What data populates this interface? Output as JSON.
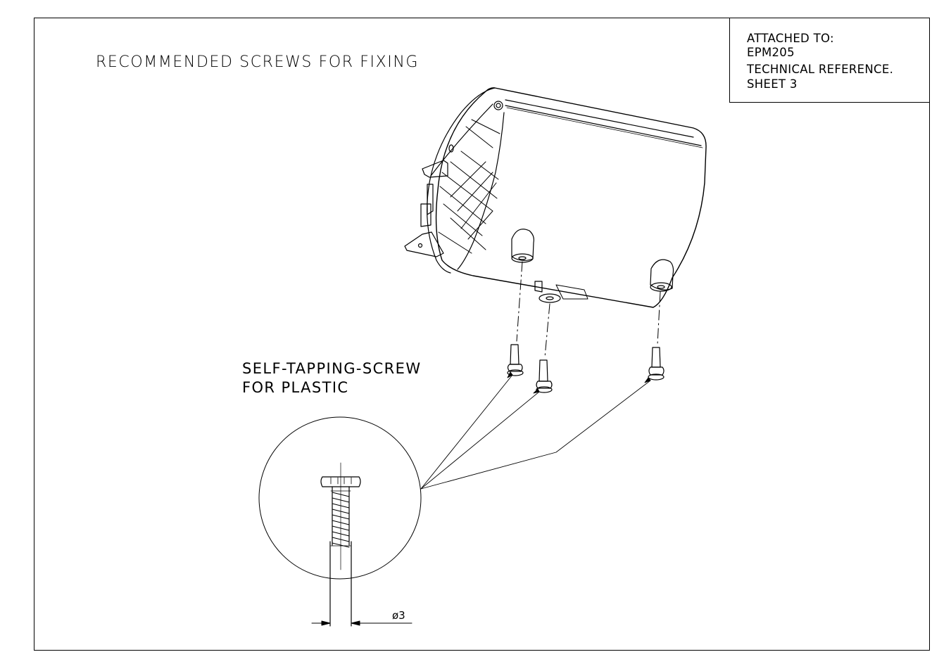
{
  "title": "RECOMMENDED SCREWS FOR FIXING",
  "reference": {
    "line1": "ATTACHED TO:",
    "line2": "EPM205",
    "line3": "TECHNICAL REFERENCE.",
    "line4": "SHEET 3"
  },
  "screw_label": {
    "line1": "SELF-TAPPING-SCREW",
    "line2": "FOR PLASTIC"
  },
  "dimension": "ø3"
}
